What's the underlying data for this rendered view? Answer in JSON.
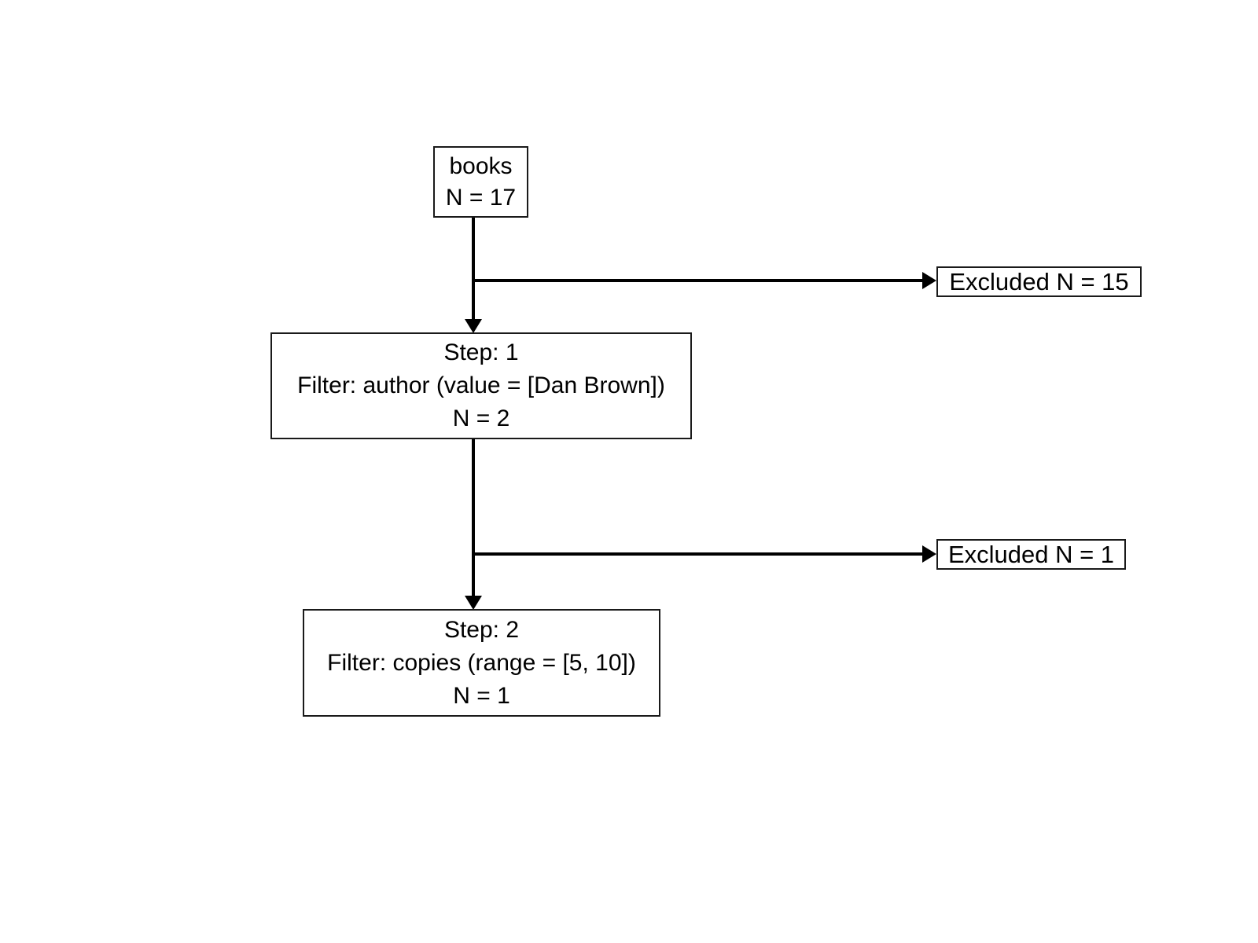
{
  "diagram": {
    "type": "flowchart",
    "orientation": "top-to-bottom",
    "source": {
      "label": "books",
      "count_label": "N = 17"
    },
    "steps": [
      {
        "step_label": "Step: 1",
        "filter_label": "Filter: author (value = [Dan Brown])",
        "count_label": "N = 2"
      },
      {
        "step_label": "Step: 2",
        "filter_label": "Filter: copies (range = [5, 10])",
        "count_label": "N = 1"
      }
    ],
    "excluded": [
      {
        "label": "Excluded N = 15"
      },
      {
        "label": "Excluded N = 1"
      }
    ],
    "colors": {
      "background": "#ffffff",
      "stroke": "#1a1a1a",
      "text": "#000000",
      "connector": "#000000"
    }
  }
}
